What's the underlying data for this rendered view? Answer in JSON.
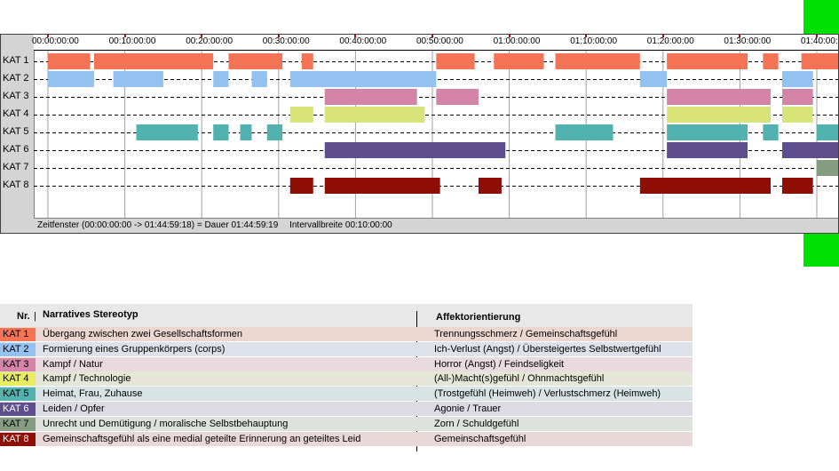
{
  "timeline": {
    "ticks": [
      "00:00:00:00",
      "00:10:00:00",
      "00:20:00:00",
      "00:30:00:00",
      "00:40:00:00",
      "00:50:00:00",
      "01:00:00:00",
      "01:10:00:00",
      "01:20:00:00",
      "01:30:00:00",
      "01:40:00:"
    ],
    "rows": [
      {
        "label": "KAT 1",
        "color": "#f47455",
        "segments": [
          [
            0,
            5.5
          ],
          [
            6,
            21.5
          ],
          [
            23.5,
            30.5
          ],
          [
            33,
            34.5
          ],
          [
            50.5,
            55.5
          ],
          [
            58,
            64.5
          ],
          [
            66,
            77
          ],
          [
            80.5,
            91
          ],
          [
            93,
            95
          ],
          [
            98,
            104.5
          ]
        ]
      },
      {
        "label": "KAT 2",
        "color": "#94c2f0",
        "segments": [
          [
            0,
            6
          ],
          [
            8.5,
            15
          ],
          [
            21.5,
            23.5
          ],
          [
            26.5,
            28.5
          ],
          [
            31.5,
            50.5
          ],
          [
            77,
            80.5
          ],
          [
            95.5,
            99.5
          ]
        ]
      },
      {
        "label": "KAT 3",
        "color": "#d484a6",
        "segments": [
          [
            36,
            48
          ],
          [
            50.5,
            56
          ],
          [
            80.5,
            94
          ],
          [
            95.5,
            99.5
          ]
        ]
      },
      {
        "label": "KAT 4",
        "color": "#d8e477",
        "segments": [
          [
            31.5,
            34.5
          ],
          [
            36,
            49
          ],
          [
            80.5,
            94
          ],
          [
            95.5,
            99.5
          ]
        ]
      },
      {
        "label": "KAT 5",
        "color": "#52b2b0",
        "segments": [
          [
            11.5,
            19.5
          ],
          [
            21.5,
            23.5
          ],
          [
            25,
            26.5
          ],
          [
            28.5,
            30.5
          ],
          [
            66,
            73.5
          ],
          [
            80.5,
            91
          ],
          [
            93,
            95
          ],
          [
            100,
            104.5
          ]
        ]
      },
      {
        "label": "KAT 6",
        "color": "#5e4e8e",
        "segments": [
          [
            36,
            59.5
          ],
          [
            80.5,
            91
          ],
          [
            95.5,
            104.5
          ]
        ]
      },
      {
        "label": "KAT 7",
        "color": "#849c80",
        "segments": [
          [
            100,
            104.5
          ]
        ]
      },
      {
        "label": "KAT 8",
        "color": "#8e0e04",
        "segments": [
          [
            31.5,
            34.5
          ],
          [
            36,
            51
          ],
          [
            56,
            59
          ],
          [
            77,
            94
          ],
          [
            95.5,
            99.5
          ]
        ]
      }
    ],
    "status": {
      "window": "Zeitfenster (00:00:00:00 -> 01:44:59:18) = Dauer 01:44:59:19",
      "interval": "Intervallbreite 00:10:00:00"
    }
  },
  "legend": {
    "header": {
      "nr": "Nr.",
      "stereotype": "Narratives Stereotyp",
      "affect": "Affektorientierung"
    },
    "rows": [
      {
        "nr": "KAT 1",
        "stereotype": "Übergang zwischen zwei Gesellschaftsformen",
        "affect": "Trennungsschmerz / Gemeinschaftsgefühl",
        "swatch": "#f47455",
        "bg": "#ecd6d0",
        "text": "#000000"
      },
      {
        "nr": "KAT 2",
        "stereotype": "Formierung eines Gruppenkörpers (corps)",
        "affect": "Ich-Verlust (Angst) / Übersteigertes Selbstwertgefühl",
        "swatch": "#94c2f0",
        "bg": "#dde2ea",
        "text": "#000000"
      },
      {
        "nr": "KAT 3",
        "stereotype": "Kampf / Natur",
        "affect": "Horror (Angst) / Feindseligkeit",
        "swatch": "#d484a6",
        "bg": "#e8dadf",
        "text": "#000000"
      },
      {
        "nr": "KAT 4",
        "stereotype": "Kampf / Technologie",
        "affect": "(All-)Macht(s)gefühl / Ohnmachtsgefühl",
        "swatch": "#e8ec60",
        "bg": "#e6e6d8",
        "text": "#000000"
      },
      {
        "nr": "KAT 5",
        "stereotype": "Heimat, Frau, Zuhause",
        "affect": "(Trostgefühl (Heimweh) / Verlustschmerz (Heimweh)",
        "swatch": "#52b2b0",
        "bg": "#d8e4e3",
        "text": "#000000"
      },
      {
        "nr": "KAT 6",
        "stereotype": "Leiden / Opfer",
        "affect": "Agonie / Trauer",
        "swatch": "#5e4e8e",
        "bg": "#dcdae2",
        "text": "#ffffff"
      },
      {
        "nr": "KAT 7",
        "stereotype": "Unrecht und Demütigung / moralische Selbstbehauptung",
        "affect": "Zorn / Schuldgefühl",
        "swatch": "#849c80",
        "bg": "#dde2dc",
        "text": "#000000"
      },
      {
        "nr": "KAT 8",
        "stereotype": "Gemeinschaftsgefühl als eine medial geteilte Erinnerung an geteiltes Leid",
        "affect": "Gemeinschaftsgefühl",
        "swatch": "#8e0e04",
        "bg": "#e8d9d8",
        "text": "#ffffff"
      }
    ]
  }
}
